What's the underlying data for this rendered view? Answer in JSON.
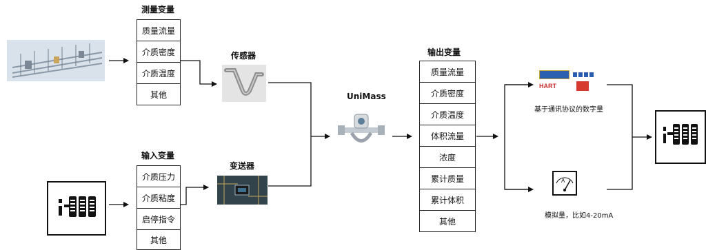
{
  "measured": {
    "title": "测量变量",
    "items": [
      "质量流量",
      "介质密度",
      "介质温度",
      "其他"
    ]
  },
  "input": {
    "title": "输入变量",
    "items": [
      "介质压力",
      "介质粘度",
      "启停指令",
      "其他"
    ]
  },
  "sensor": {
    "title": "传感器"
  },
  "transmitter": {
    "title": "变送器"
  },
  "meter": {
    "title": "UniMass"
  },
  "output": {
    "title": "输出变量",
    "items": [
      "质量流量",
      "介质密度",
      "介质温度",
      "体积流量",
      "浓度",
      "累计质量",
      "累计体积",
      "其他"
    ]
  },
  "digital": {
    "caption": "基于通讯协议的数字量",
    "logos": [
      "HART"
    ]
  },
  "analog": {
    "caption": "模拟量，比如4-20mA",
    "dial_letter": "A"
  }
}
